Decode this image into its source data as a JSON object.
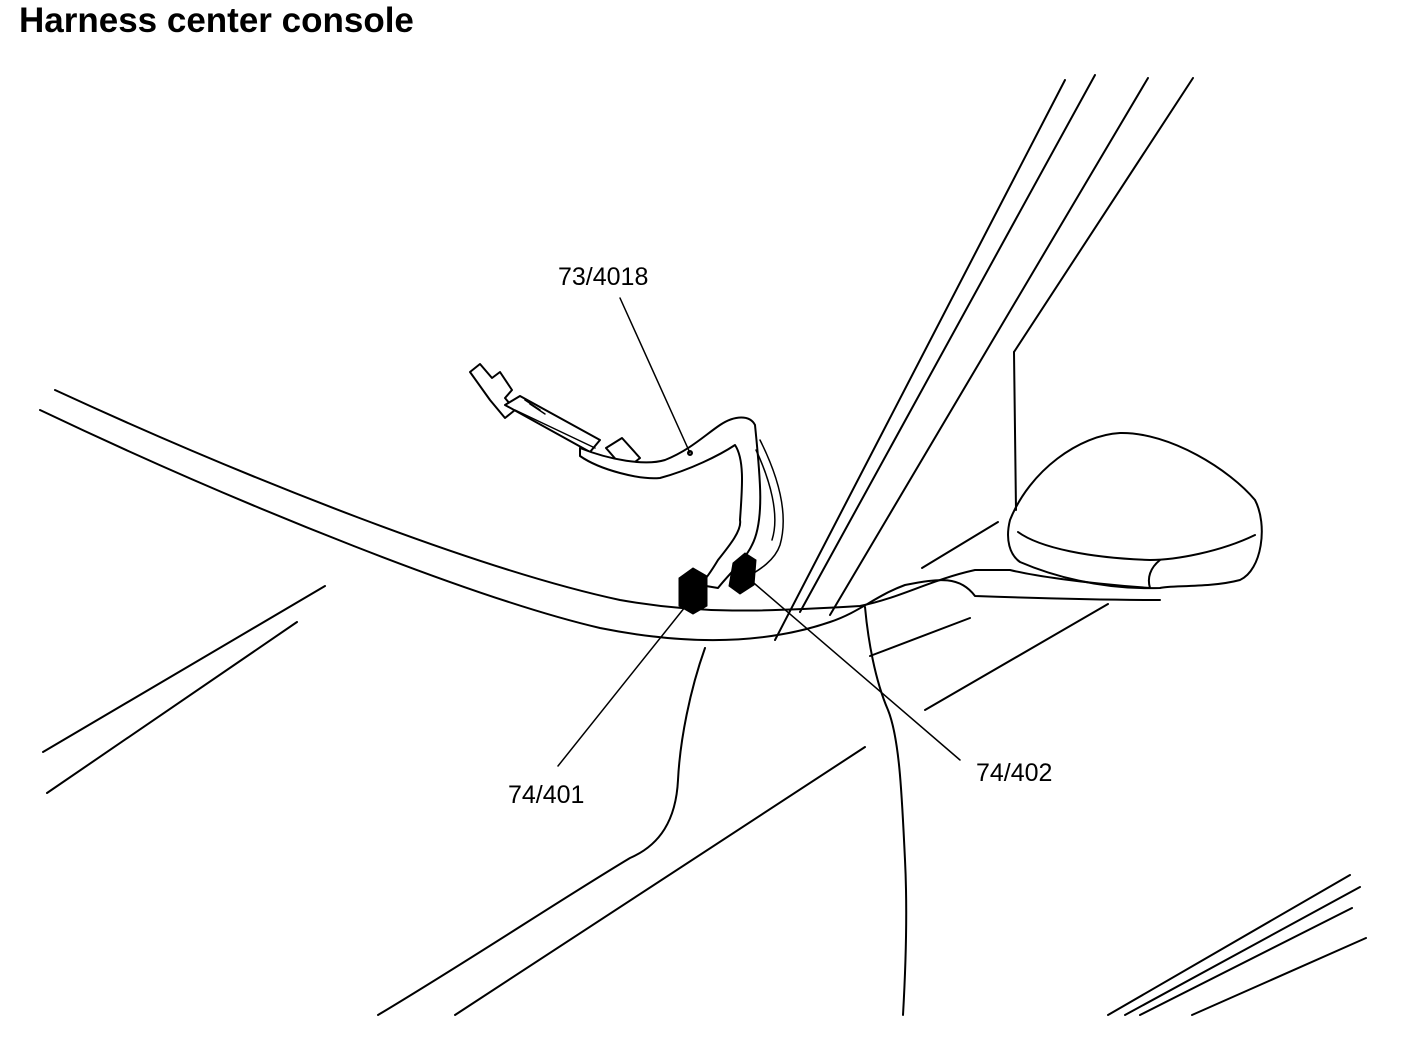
{
  "title": "Harness center console",
  "callouts": {
    "harness": "73/4018",
    "connector_left": "74/401",
    "connector_right": "74/402"
  },
  "colors": {
    "line": "#000000",
    "background": "#ffffff"
  }
}
